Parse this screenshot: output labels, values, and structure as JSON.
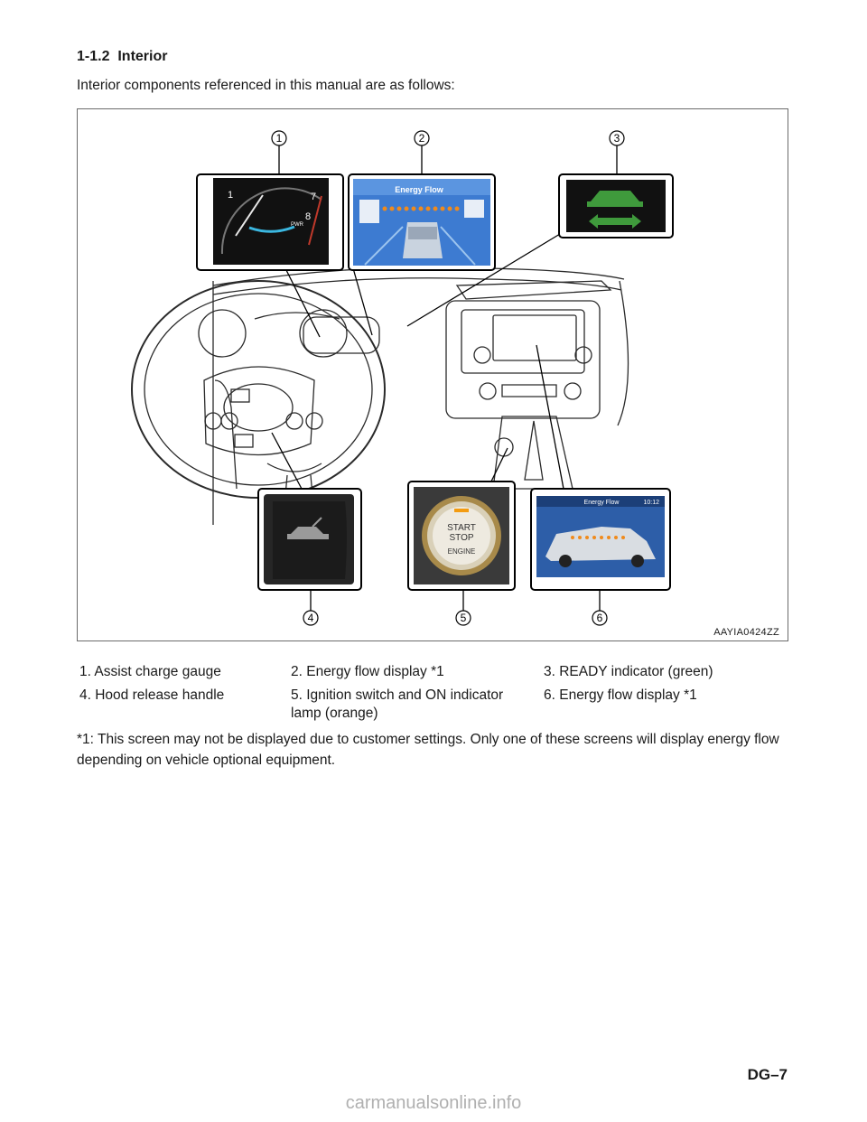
{
  "section": {
    "number": "1-1.2",
    "title": "Interior"
  },
  "intro": "Interior components referenced in this manual are as follows:",
  "figure": {
    "code": "AAYIA0424ZZ",
    "callouts": [
      "1",
      "2",
      "3",
      "4",
      "5",
      "6"
    ],
    "inset_energy_flow_title": "Energy Flow",
    "inset_screen_title": "Energy Flow",
    "inset_screen_time": "10:12",
    "gauge_labels": [
      "1",
      "7",
      "8",
      "PWR"
    ],
    "button_labels": {
      "line1": "START",
      "line2": "STOP",
      "line3": "ENGINE"
    },
    "colors": {
      "ready_green": "#3f9a3c",
      "ready_bg": "#111111",
      "energy_blue": "#3d7bd1",
      "flow_orange": "#f08a1c"
    }
  },
  "legend": [
    [
      "1. Assist charge gauge",
      "2. Energy flow display *1",
      "3. READY indicator (green)"
    ],
    [
      "4. Hood release handle",
      "5. Ignition switch and ON indicator lamp (orange)",
      "6. Energy flow display *1"
    ]
  ],
  "footnote": "*1: This screen may not be displayed due to customer settings. Only one of these screens will display energy flow depending on vehicle optional equipment.",
  "page_number": "DG–7",
  "watermark": "carmanualsonline.info"
}
